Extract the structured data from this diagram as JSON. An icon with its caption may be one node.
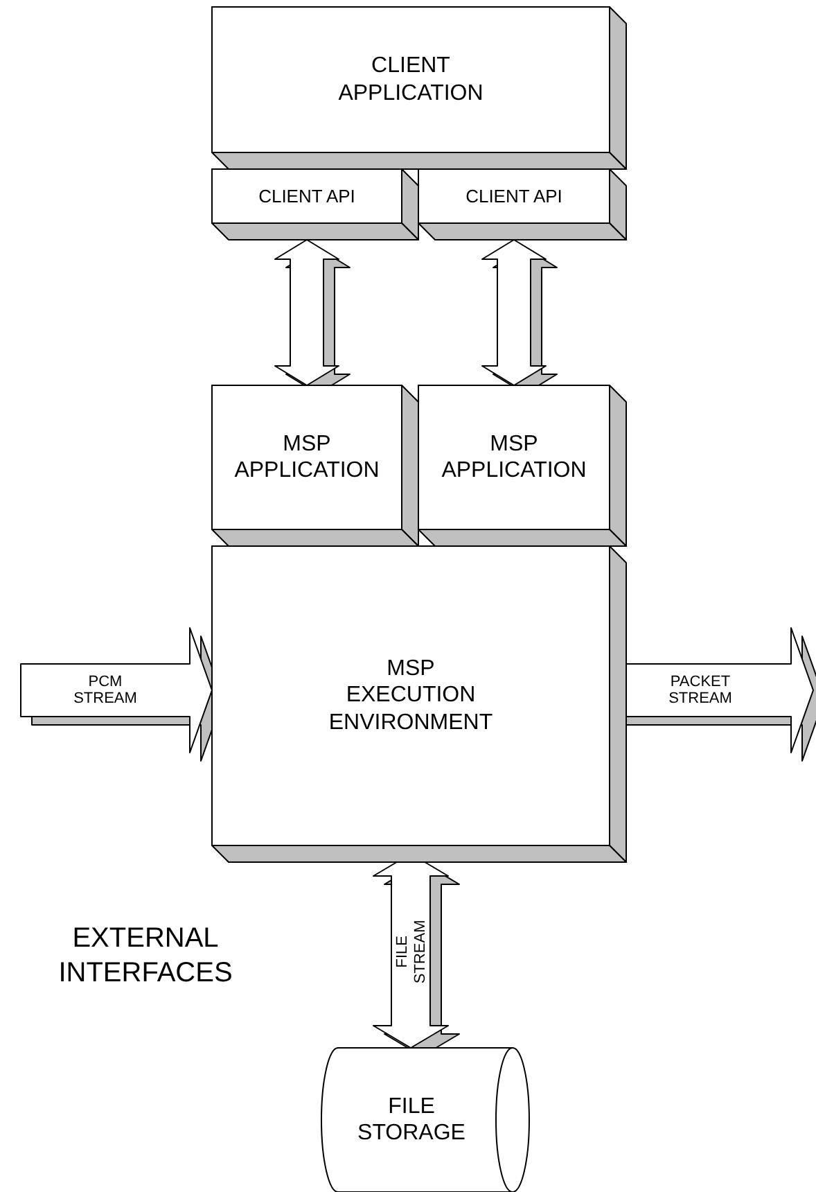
{
  "diagram": {
    "nodes": [
      {
        "text": [
          "CLIENT APPLICATION"
        ]
      },
      {
        "text": [
          "CLIENT API"
        ]
      },
      {
        "text": [
          "CLIENT API"
        ]
      },
      {
        "text": [
          "MSP APPLICATION"
        ]
      },
      {
        "text": [
          "MSP APPLICATION"
        ]
      },
      {
        "text": [
          "MSP EXECUTION ENVIRONMENT"
        ]
      },
      {
        "text": [
          "FILE STORAGE"
        ]
      }
    ],
    "edges": [
      {
        "from": 1,
        "to": 3,
        "arrow": "both"
      },
      {
        "from": 2,
        "to": 4,
        "arrow": "both"
      },
      {
        "from": null,
        "to": 5,
        "arrow": "to",
        "label": "PCM STREAM"
      },
      {
        "from": 5,
        "to": null,
        "arrow": "to",
        "label": "PACKET STREAM"
      },
      {
        "from": 5,
        "to": 6,
        "arrow": "both",
        "label": "FILE STREAM"
      }
    ],
    "labels": [
      "EXTERNAL INTERFACES"
    ]
  }
}
